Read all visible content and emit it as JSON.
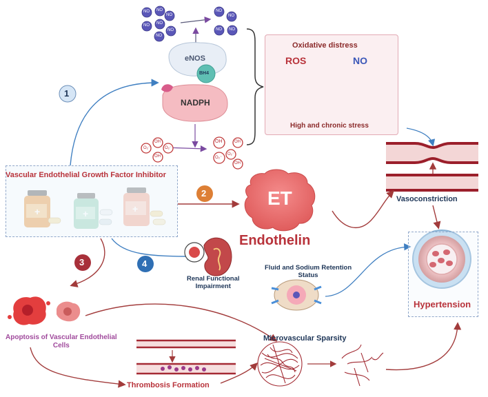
{
  "steps": [
    "1",
    "2",
    "3",
    "4"
  ],
  "enzymes": {
    "enos": "eNOS",
    "bh4": "BH4",
    "nadph": "NADPH"
  },
  "molecules": {
    "no": "NO",
    "oh": "OH",
    "o2": "O₂⁻"
  },
  "oxidative": {
    "title": "Oxidative distress",
    "ros": "ROS",
    "no": "NO",
    "stress": "High and chronic stress"
  },
  "inhibitor": {
    "title": "Vascular Endothelial Growth Factor  Inhibitor"
  },
  "endothelin": {
    "abbr": "ET",
    "name": "Endothelin"
  },
  "outcomes": {
    "vasoconstriction": "Vasoconstriction",
    "hypertension": "Hypertension",
    "renal": [
      "Renal Functional",
      "Impairment"
    ],
    "fluid": [
      "Fluid and Sodium Retention",
      "Status"
    ],
    "apoptosis": [
      "Apoptosis of Vascular Endothelial",
      "Cells"
    ],
    "microvascular": "Microvascular Sparsity",
    "thrombosis": "Thrombosis Formation"
  },
  "colors": {
    "red": "#b8323a",
    "blue_arrow": "#3f7fc1",
    "navy": "#1d3557",
    "purple": "#a04a9c",
    "no_bubble": "#5a57b8"
  }
}
